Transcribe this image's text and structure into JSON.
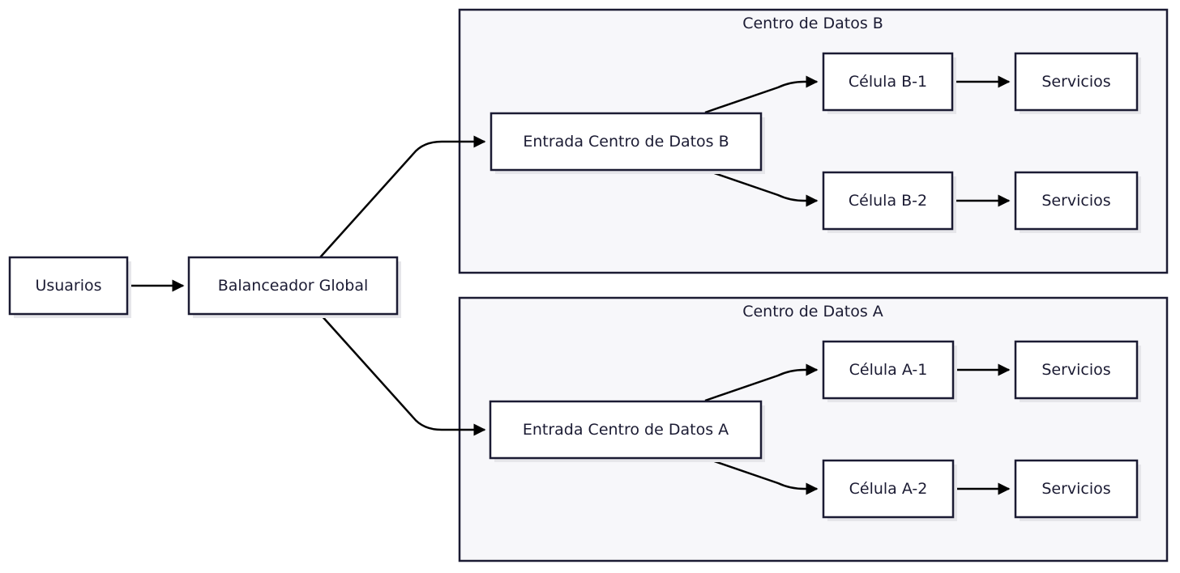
{
  "clusters": {
    "dc_b": {
      "label": "Centro de Datos B"
    },
    "dc_a": {
      "label": "Centro de Datos A"
    }
  },
  "nodes": {
    "users": "Usuarios",
    "global_balancer": "Balanceador Global",
    "entry_b": "Entrada Centro de Datos B",
    "entry_a": "Entrada Centro de Datos A",
    "cell_b1": "Célula B-1",
    "cell_b2": "Célula B-2",
    "cell_a1": "Célula A-1",
    "cell_a2": "Célula A-2",
    "services_b1": "Servicios",
    "services_b2": "Servicios",
    "services_a1": "Servicios",
    "services_a2": "Servicios"
  },
  "edges": [
    {
      "from": "users",
      "to": "global_balancer"
    },
    {
      "from": "global_balancer",
      "to": "entry_b"
    },
    {
      "from": "global_balancer",
      "to": "entry_a"
    },
    {
      "from": "entry_b",
      "to": "cell_b1"
    },
    {
      "from": "entry_b",
      "to": "cell_b2"
    },
    {
      "from": "entry_a",
      "to": "cell_a1"
    },
    {
      "from": "entry_a",
      "to": "cell_a2"
    },
    {
      "from": "cell_b1",
      "to": "services_b1"
    },
    {
      "from": "cell_b2",
      "to": "services_b2"
    },
    {
      "from": "cell_a1",
      "to": "services_a1"
    },
    {
      "from": "cell_a2",
      "to": "services_a2"
    }
  ]
}
